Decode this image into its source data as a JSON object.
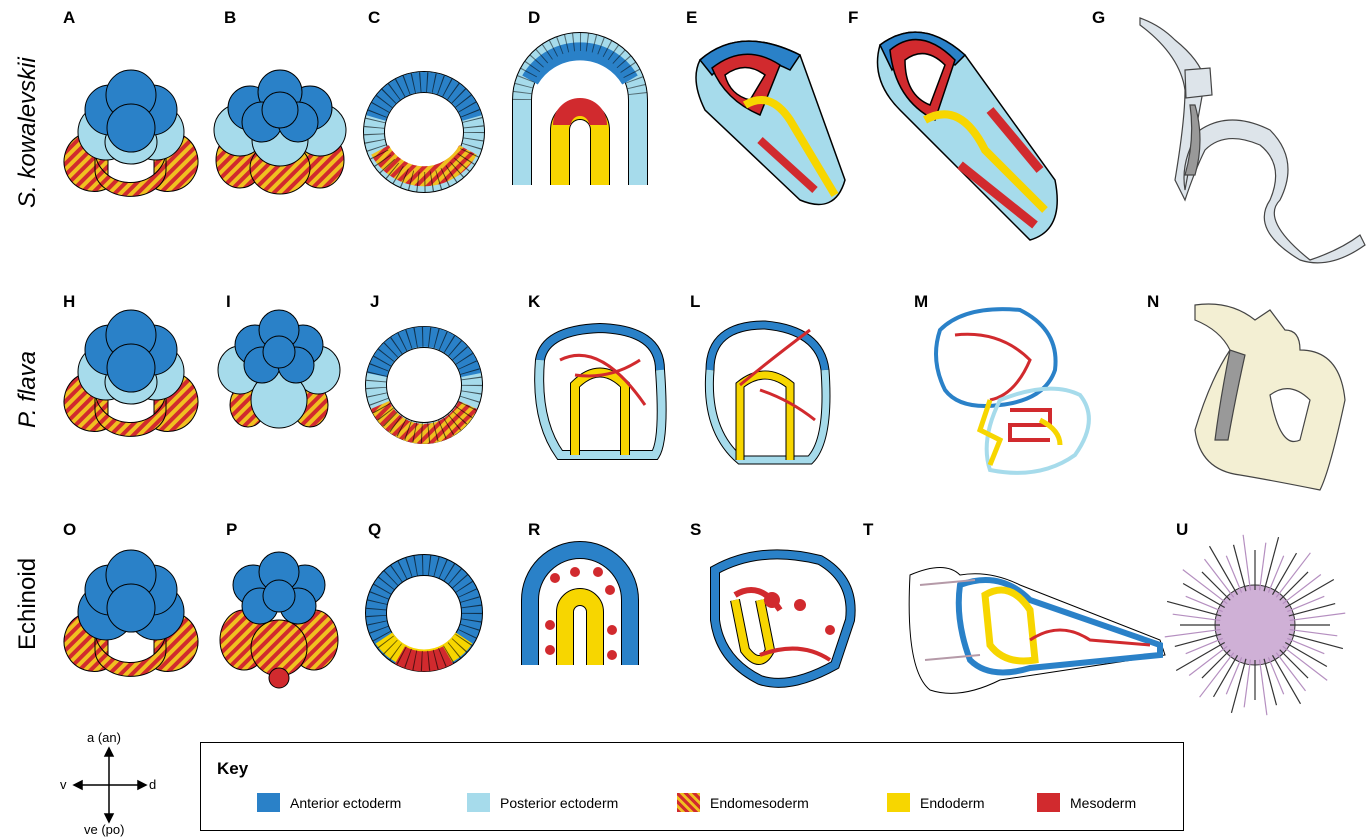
{
  "panels": [
    "A",
    "B",
    "C",
    "D",
    "E",
    "F",
    "G",
    "H",
    "I",
    "J",
    "K",
    "L",
    "M",
    "N",
    "O",
    "P",
    "Q",
    "R",
    "S",
    "T",
    "U"
  ],
  "rows": {
    "row1": "S. kowalevskii",
    "row2": "P. flava",
    "row3": "Echinoid"
  },
  "axes": {
    "top": "a (an)",
    "bottom": "ve (po)",
    "left": "v",
    "right": "d"
  },
  "key": {
    "title": "Key",
    "items": [
      {
        "label": "Anterior ectoderm",
        "color": "#2a81c8"
      },
      {
        "label": "Posterior ectoderm",
        "color": "#a6dbeb"
      },
      {
        "label": "Endomesoderm",
        "color": "striped"
      },
      {
        "label": "Endoderm",
        "color": "#f7d600"
      },
      {
        "label": "Mesoderm",
        "color": "#d12a2e"
      }
    ]
  },
  "colors": {
    "anterior_ectoderm": "#2a81c8",
    "posterior_ectoderm": "#a6dbeb",
    "endoderm": "#f7d600",
    "mesoderm": "#d12a2e",
    "endomesoderm_stripe_a": "#f0c020",
    "endomesoderm_stripe_b": "#d12a2e",
    "adult_worm_grey": "#dde4ea",
    "adult_worm_tan": "#f3efd3",
    "urchin_purple": "#cfb0d6"
  }
}
